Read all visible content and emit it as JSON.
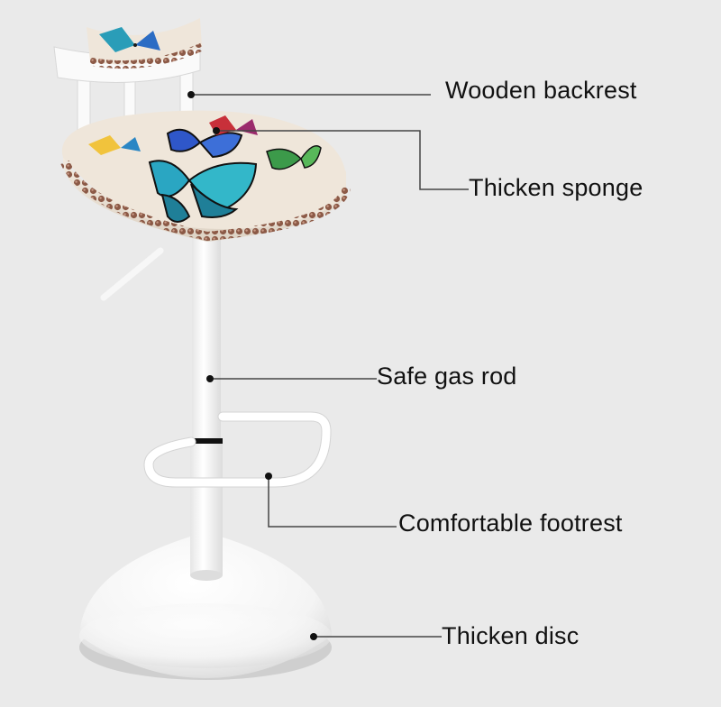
{
  "callouts": {
    "backrest": "Wooden backrest",
    "sponge": "Thicken sponge",
    "gas_rod": "Safe gas rod",
    "footrest": "Comfortable footrest",
    "disc": "Thicken disc"
  },
  "colors": {
    "background": "#eaeaea",
    "frame": "#ffffff",
    "upholstery": "#efe6da",
    "nailhead": "#8c5a47",
    "leader_line": "#444444"
  }
}
